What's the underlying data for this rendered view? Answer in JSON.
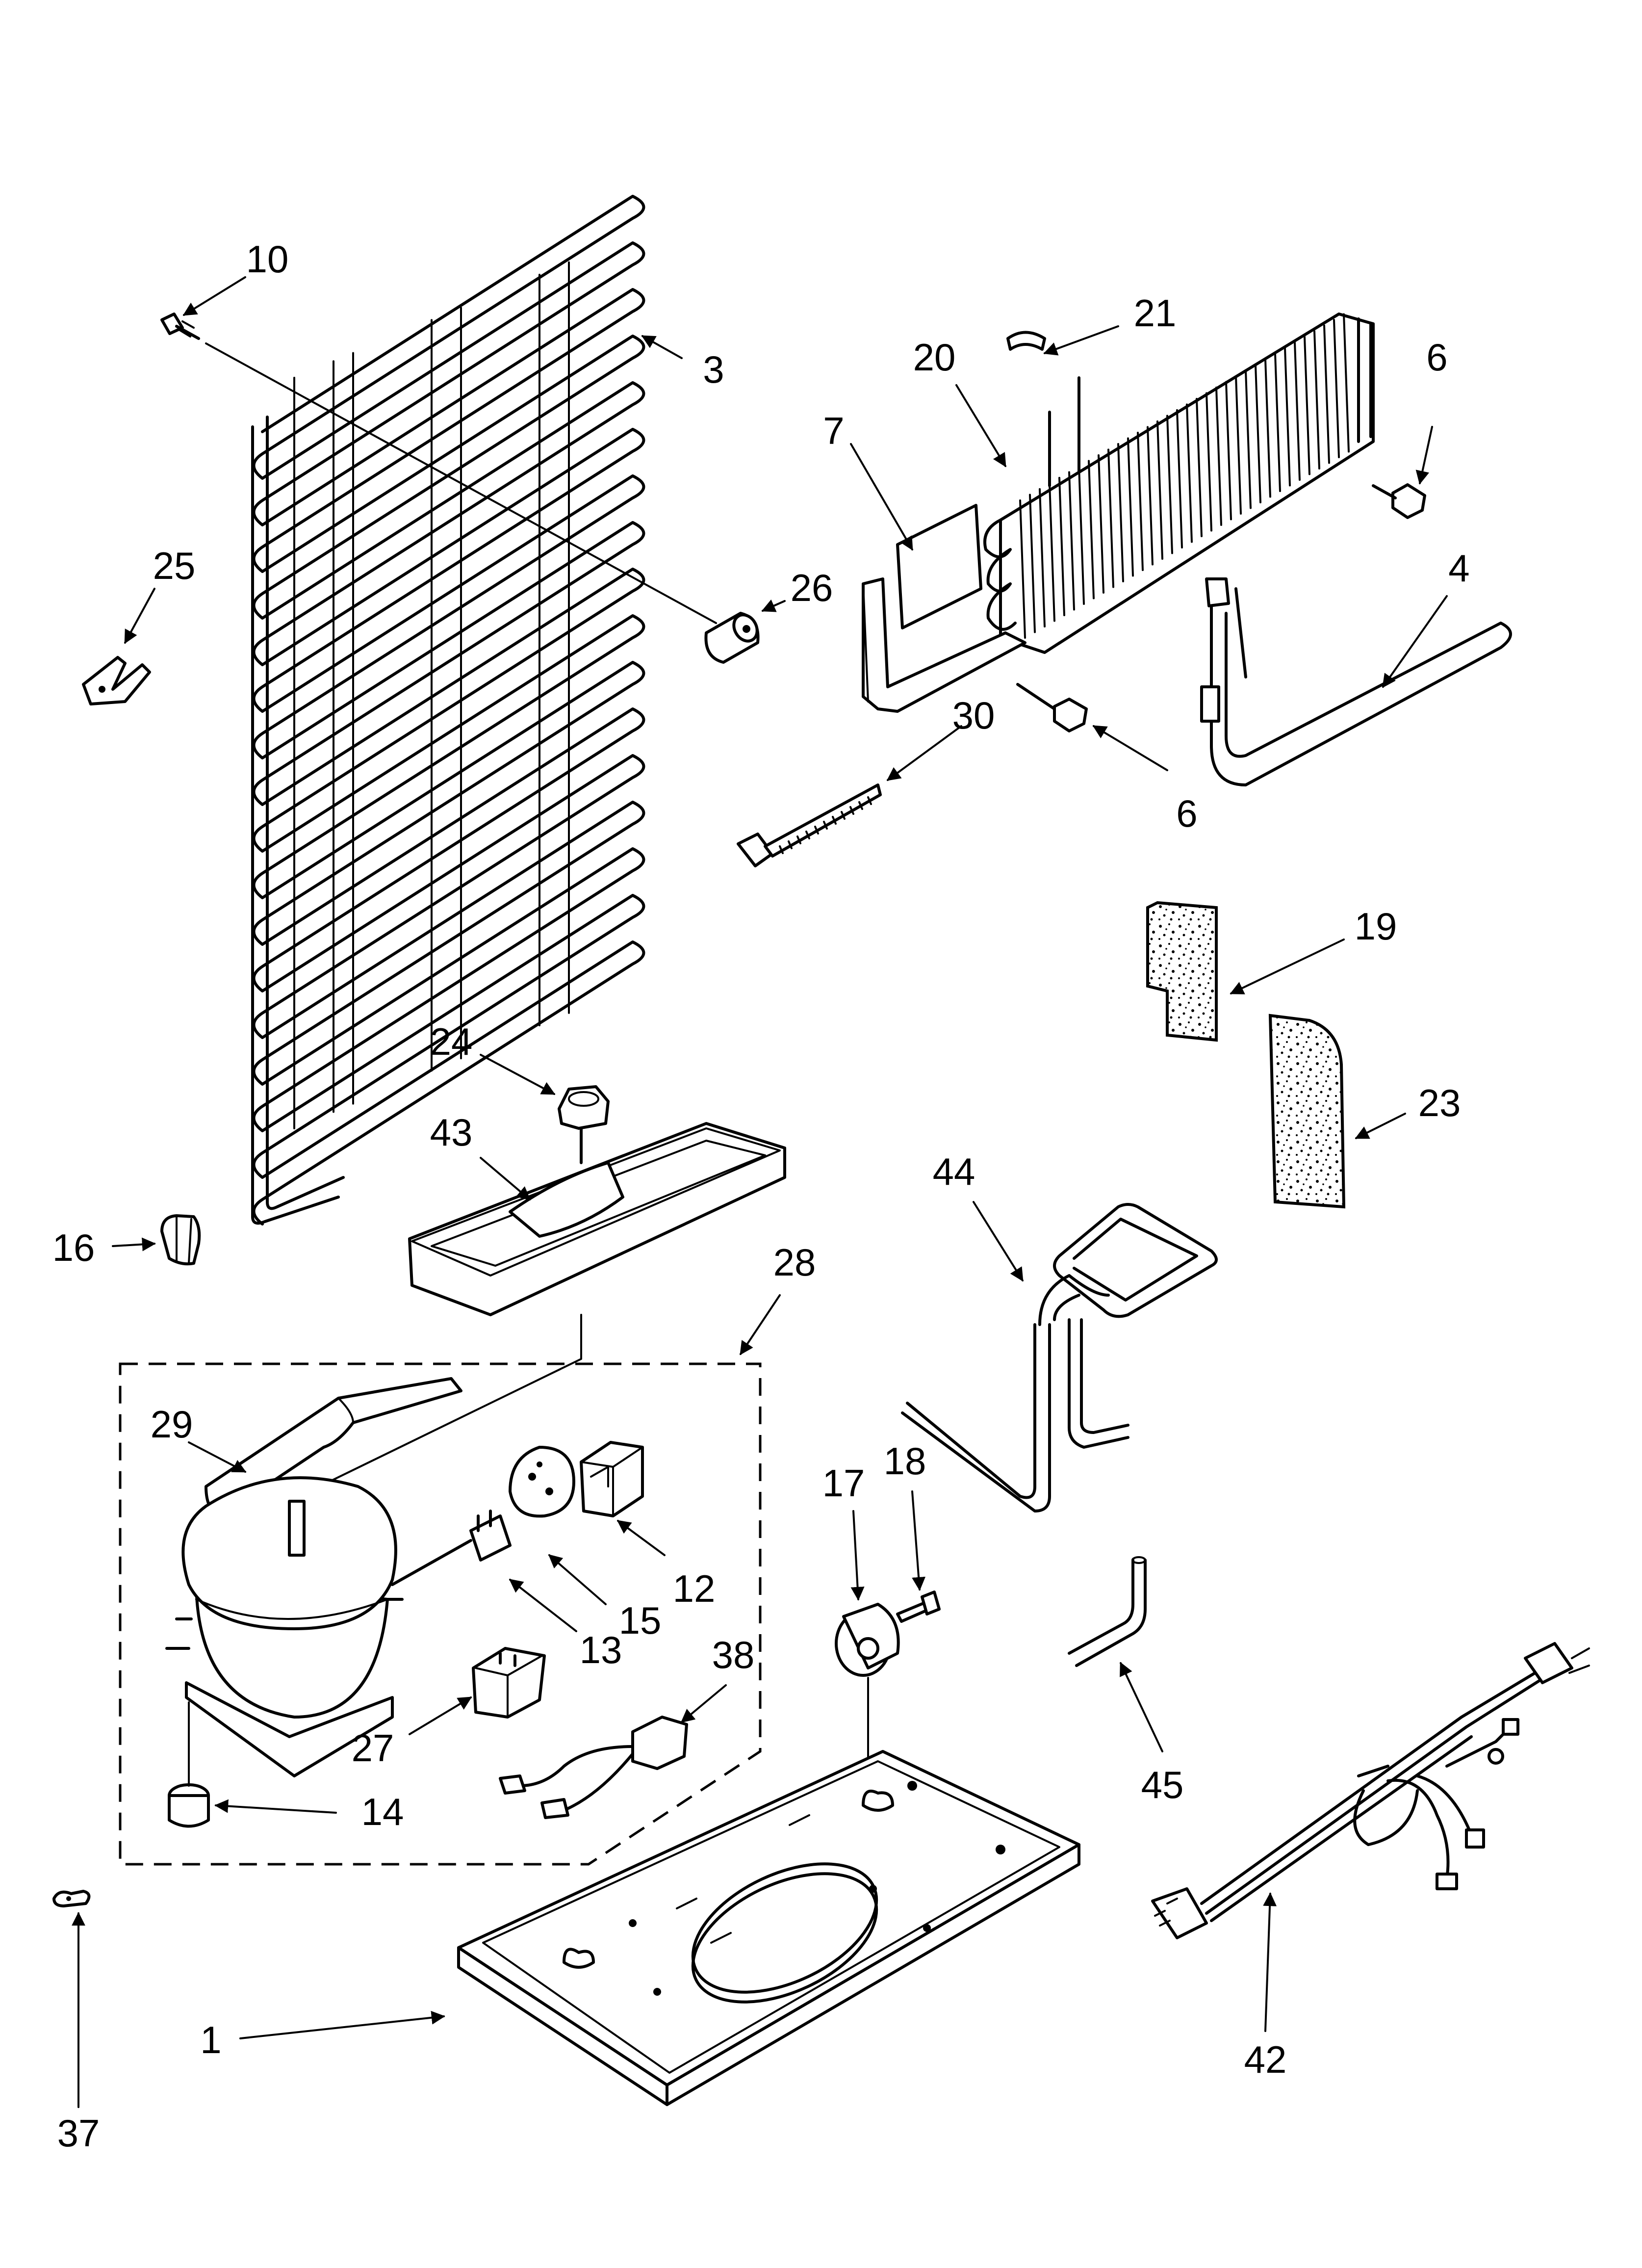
{
  "callouts": [
    {
      "id": "10",
      "label": "10"
    },
    {
      "id": "3",
      "label": "3"
    },
    {
      "id": "25",
      "label": "25"
    },
    {
      "id": "26",
      "label": "26"
    },
    {
      "id": "21",
      "label": "21"
    },
    {
      "id": "20",
      "label": "20"
    },
    {
      "id": "6a",
      "label": "6"
    },
    {
      "id": "7",
      "label": "7"
    },
    {
      "id": "4",
      "label": "4"
    },
    {
      "id": "30",
      "label": "30"
    },
    {
      "id": "6b",
      "label": "6"
    },
    {
      "id": "19",
      "label": "19"
    },
    {
      "id": "24",
      "label": "24"
    },
    {
      "id": "43",
      "label": "43"
    },
    {
      "id": "23",
      "label": "23"
    },
    {
      "id": "44",
      "label": "44"
    },
    {
      "id": "16",
      "label": "16"
    },
    {
      "id": "28",
      "label": "28"
    },
    {
      "id": "29",
      "label": "29"
    },
    {
      "id": "17",
      "label": "17"
    },
    {
      "id": "18",
      "label": "18"
    },
    {
      "id": "12",
      "label": "12"
    },
    {
      "id": "15",
      "label": "15"
    },
    {
      "id": "13",
      "label": "13"
    },
    {
      "id": "38",
      "label": "38"
    },
    {
      "id": "27",
      "label": "27"
    },
    {
      "id": "14",
      "label": "14"
    },
    {
      "id": "45",
      "label": "45"
    },
    {
      "id": "37",
      "label": "37"
    },
    {
      "id": "1",
      "label": "1"
    },
    {
      "id": "42",
      "label": "42"
    }
  ]
}
